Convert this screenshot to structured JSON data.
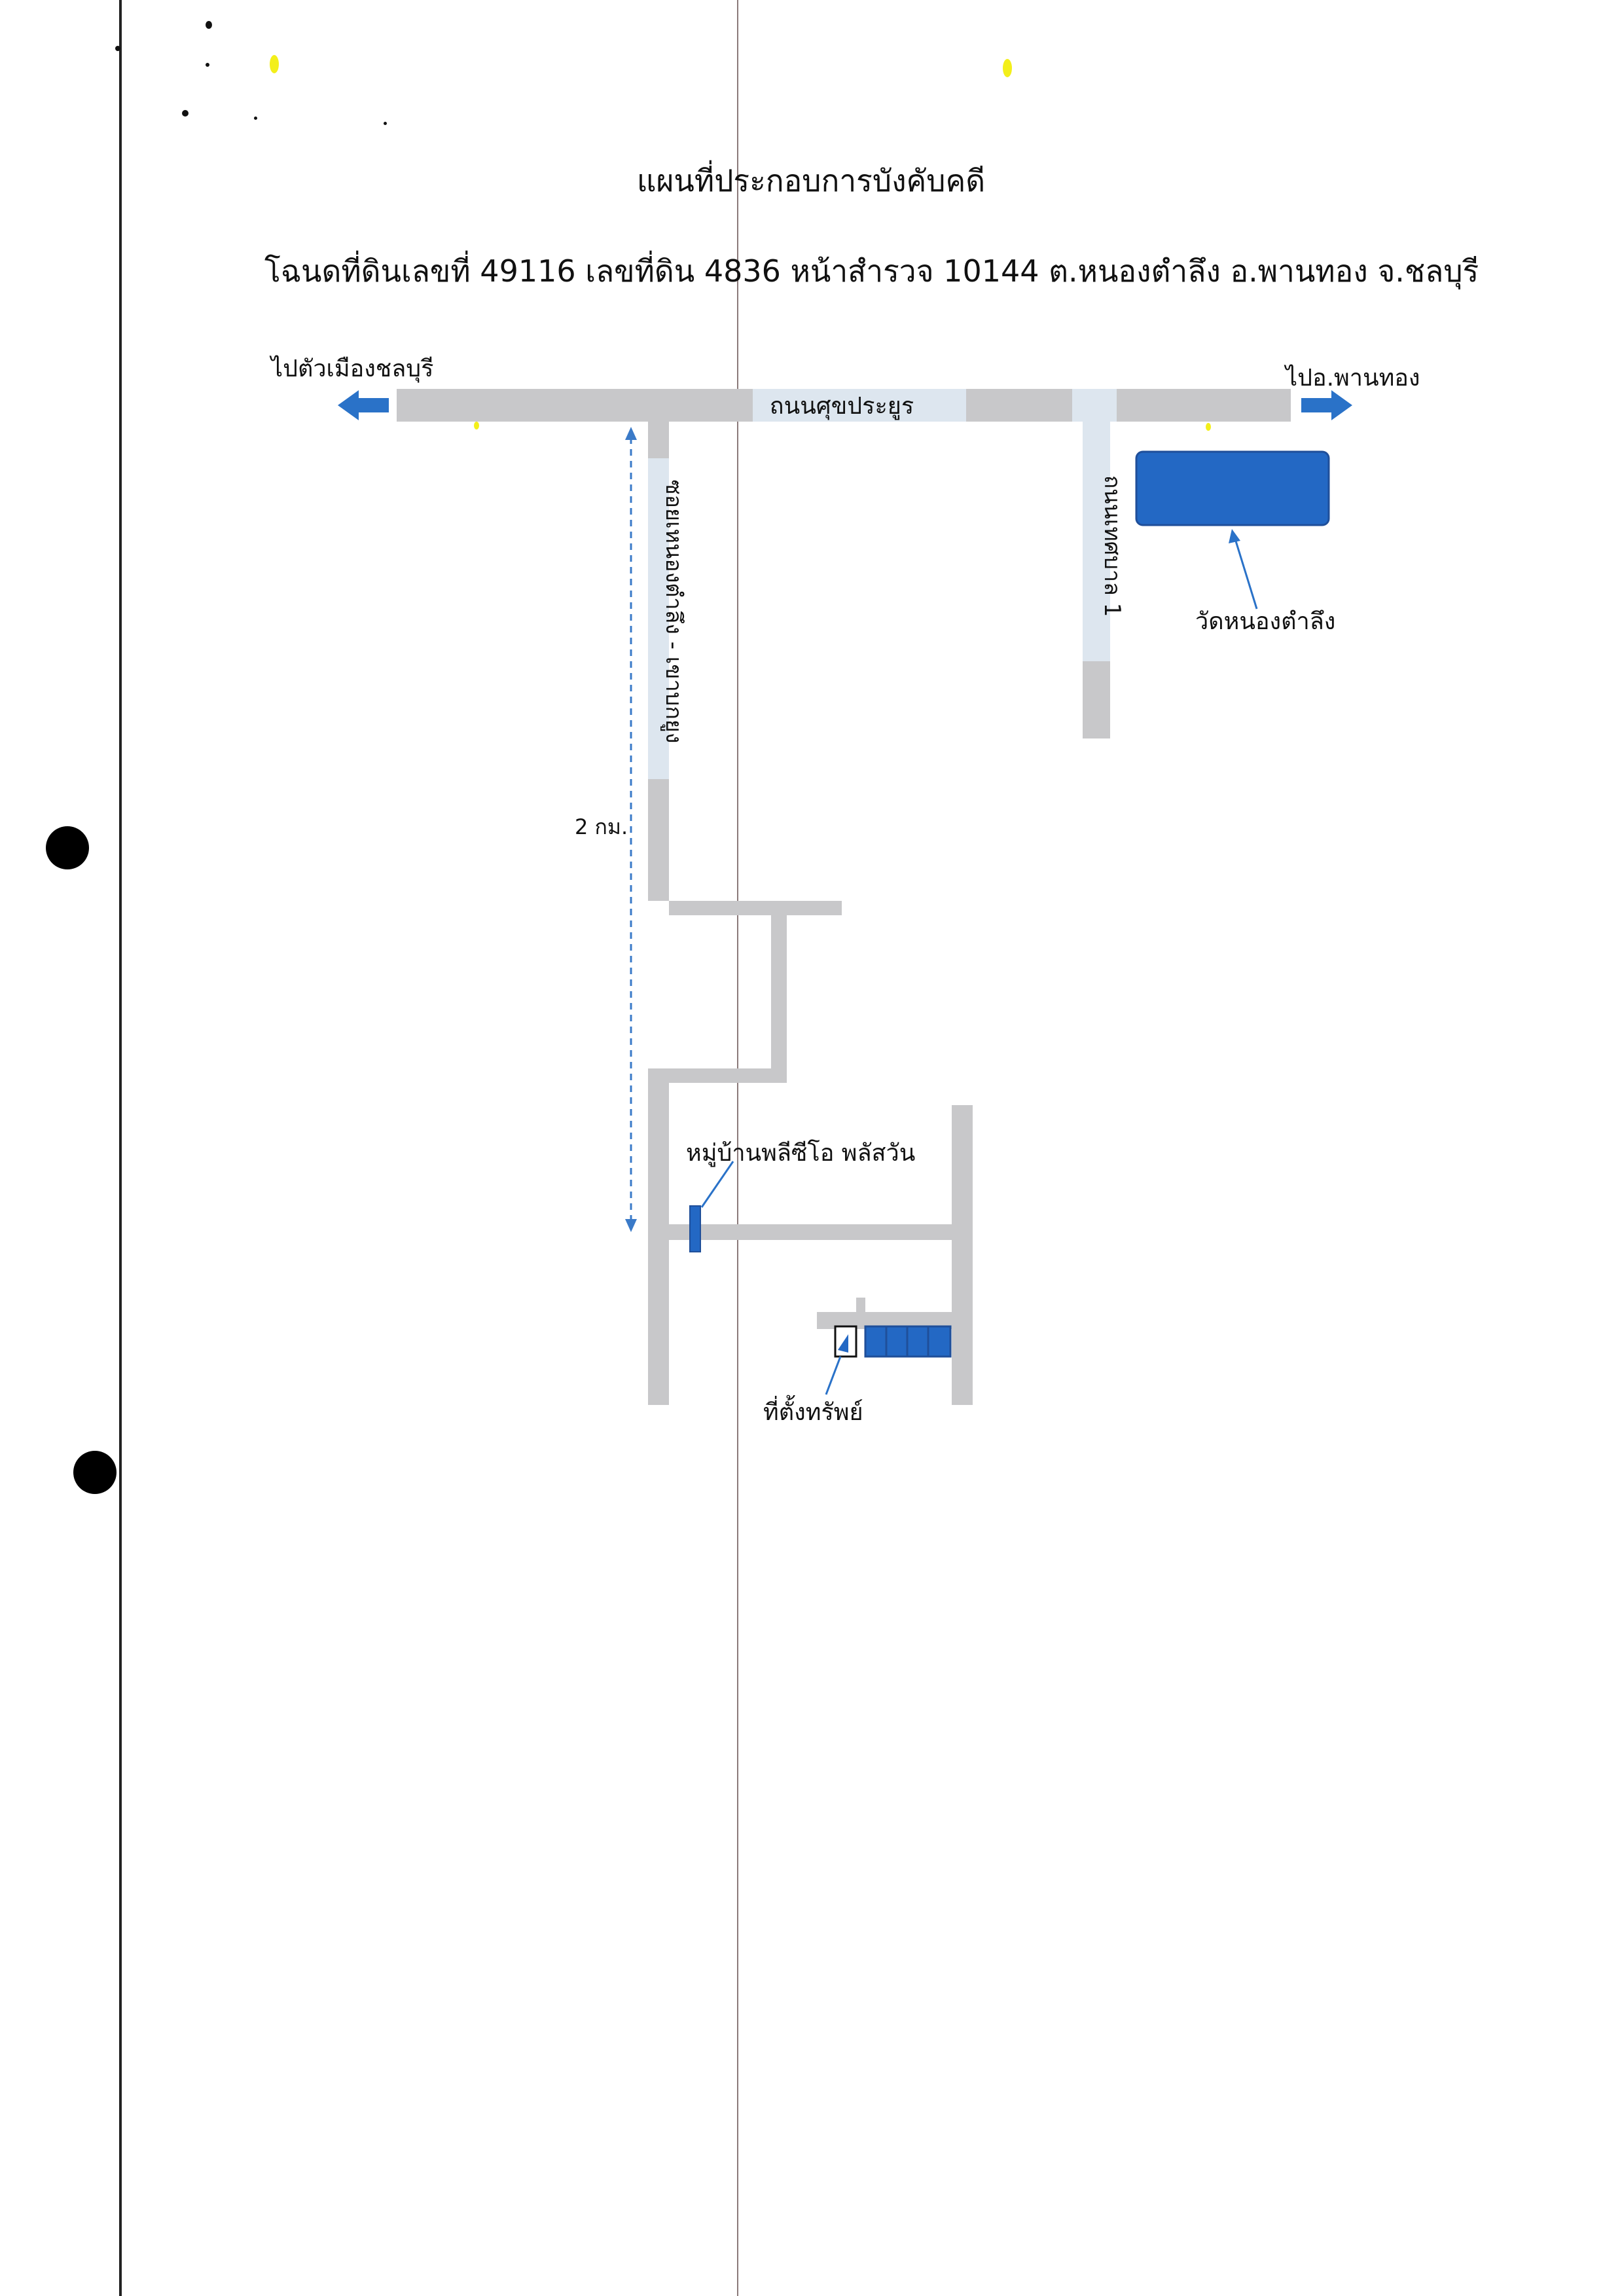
{
  "document": {
    "title": "แผนที่ประกอบการบังคับคดี",
    "subtitle": "โฉนดที่ดินเลขที่ 49116 เลขที่ดิน 4836 หน้าสำรวจ 10144 ต.หนองตำลึง อ.พานทอง จ.ชลบุรี"
  },
  "map": {
    "direction_left": "ไปตัวเมืองชลบุรี",
    "direction_right": "ไปอ.พานทอง",
    "main_road": "ถนนศุขประยูร",
    "side_road_left": "ซอยเหนองตำลึง - เขาบกยูง",
    "side_road_right": "ถนนเทศบาล 1",
    "temple": "วัดหนองตำลึง",
    "distance": "2 กม.",
    "village": "หมู่บ้านพลีซีโอ พลัสวัน",
    "property": "ที่ตั้งทรัพย์"
  },
  "colors": {
    "road": "#c8c8ca",
    "road_light": "#dde6ef",
    "marker_blue": "#2368c4",
    "marker_dark": "#1f4f9a"
  }
}
